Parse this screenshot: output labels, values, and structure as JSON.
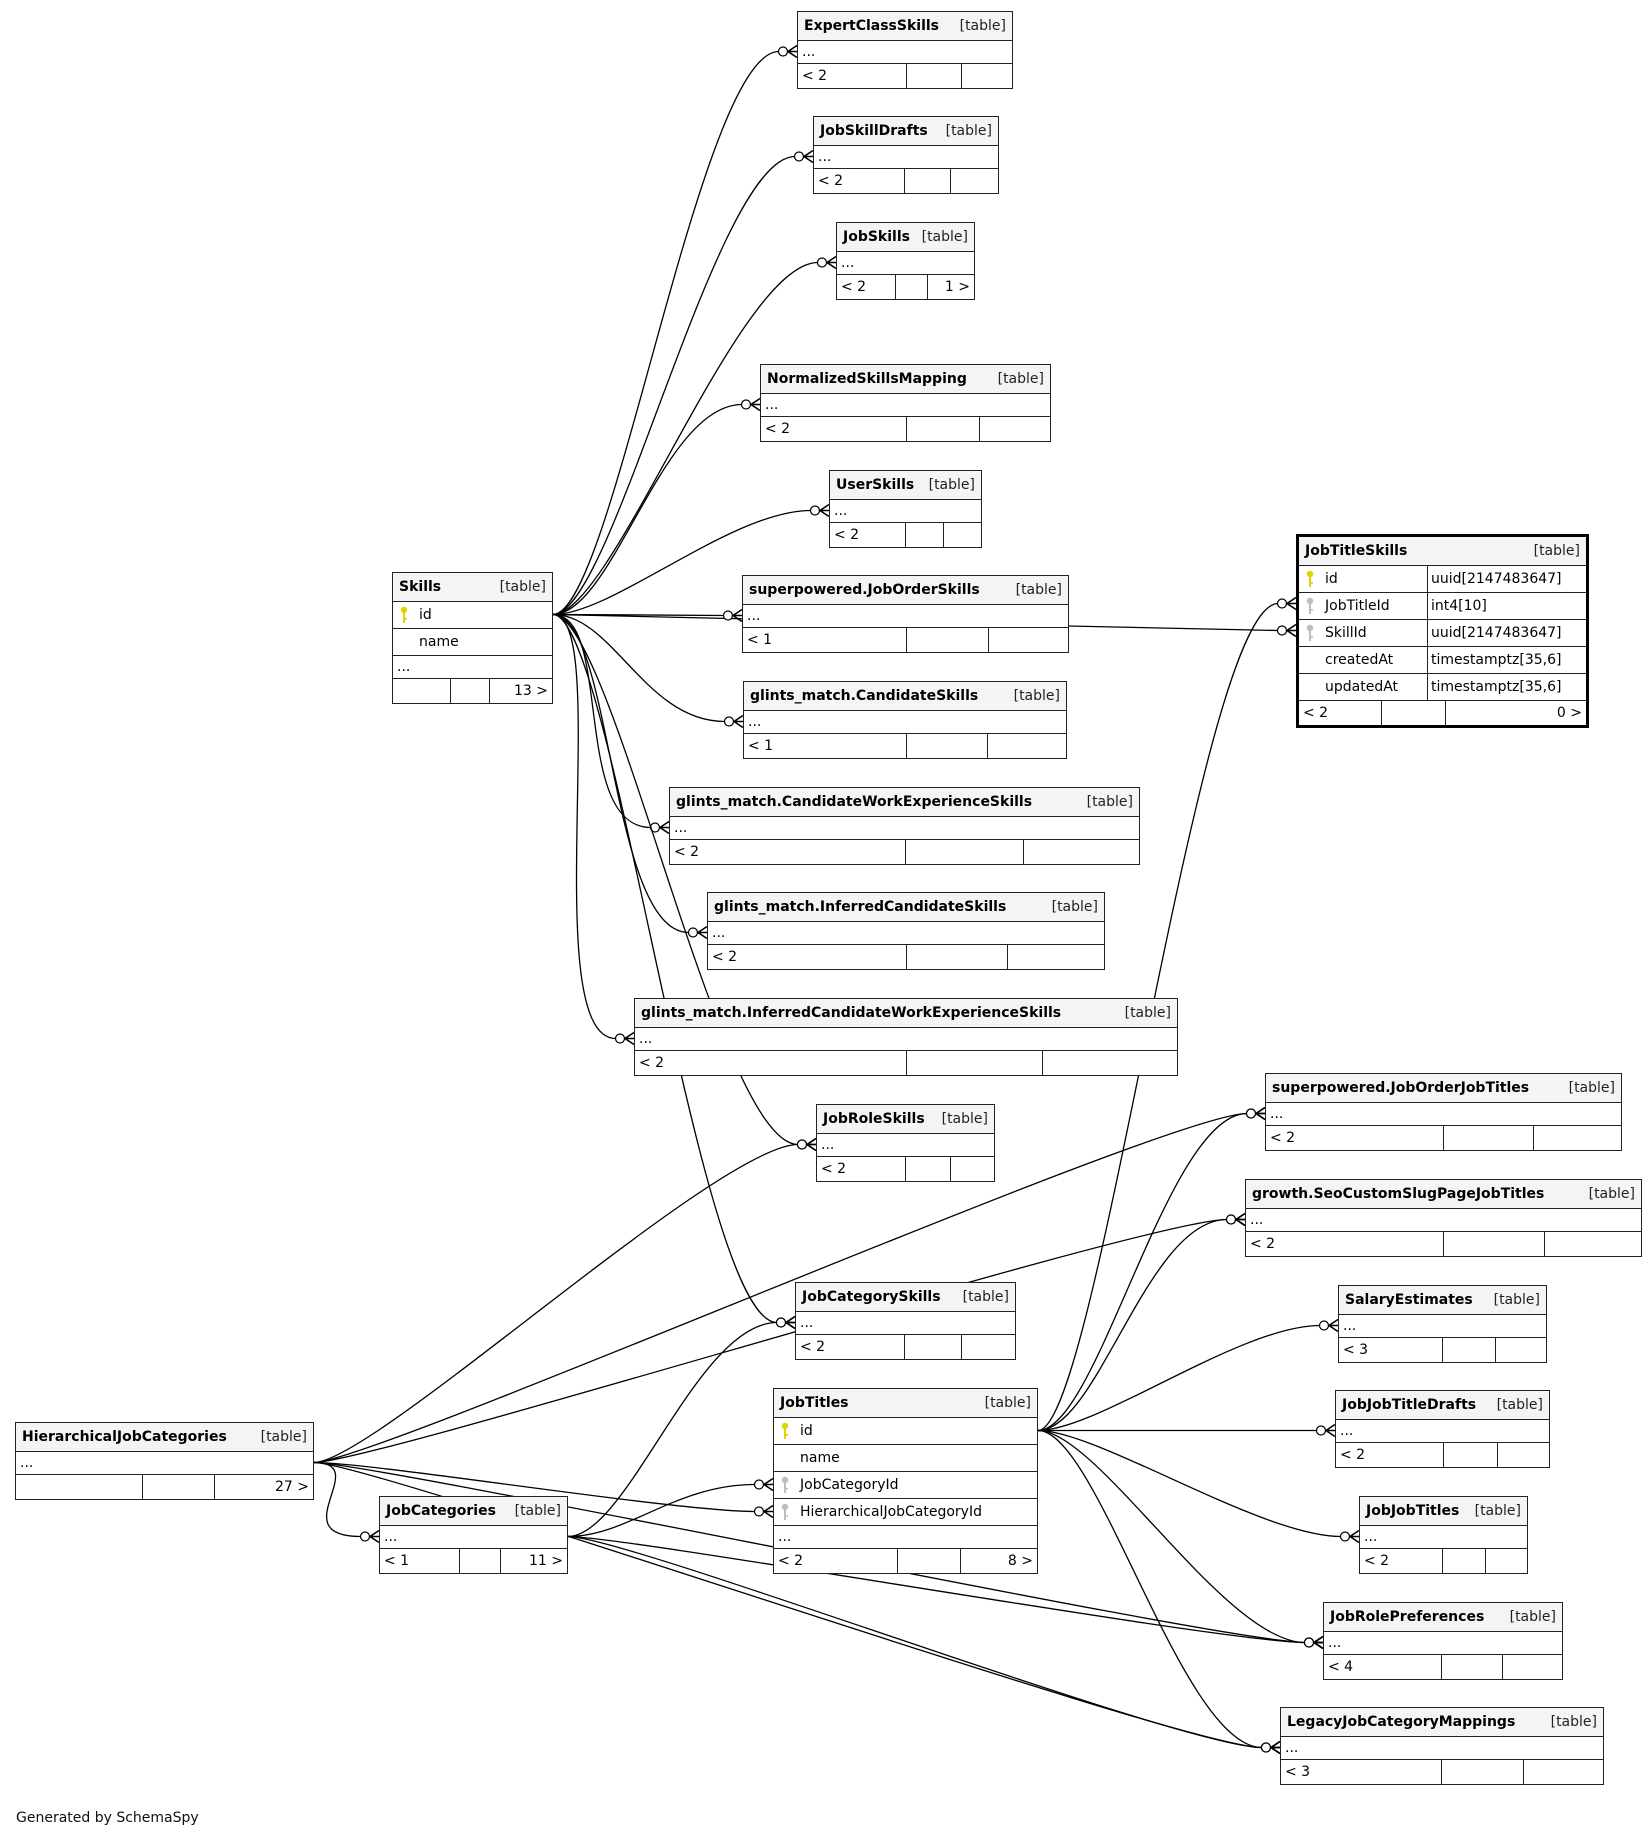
{
  "diagram": {
    "focus_table": "JobTitleSkills",
    "footer": "Generated by SchemaSpy",
    "kind_label": "[table]",
    "ellipsis": "...",
    "key_colors": {
      "primary": "#e0d400",
      "foreign": "#bdbdbd"
    }
  },
  "tables": [
    {
      "id": "ExpertClassSkills",
      "name": "ExpertClassSkills",
      "columns": [],
      "ellipsis": true,
      "footer": [
        "< 2",
        "",
        ""
      ]
    },
    {
      "id": "JobSkillDrafts",
      "name": "JobSkillDrafts",
      "columns": [],
      "ellipsis": true,
      "footer": [
        "< 2",
        "",
        ""
      ]
    },
    {
      "id": "JobSkills",
      "name": "JobSkills",
      "columns": [],
      "ellipsis": true,
      "footer": [
        "< 2",
        "",
        "1 >"
      ]
    },
    {
      "id": "NormalizedSkillsMapping",
      "name": "NormalizedSkillsMapping",
      "columns": [],
      "ellipsis": true,
      "footer": [
        "< 2",
        "",
        ""
      ]
    },
    {
      "id": "UserSkills",
      "name": "UserSkills",
      "columns": [],
      "ellipsis": true,
      "footer": [
        "< 2",
        "",
        ""
      ]
    },
    {
      "id": "JobOrderSkills",
      "name": "superpowered.JobOrderSkills",
      "columns": [],
      "ellipsis": true,
      "footer": [
        "< 1",
        "",
        ""
      ]
    },
    {
      "id": "CandidateSkills",
      "name": "glints_match.CandidateSkills",
      "columns": [],
      "ellipsis": true,
      "footer": [
        "< 1",
        "",
        ""
      ]
    },
    {
      "id": "CandidateWorkExperienceSkills",
      "name": "glints_match.CandidateWorkExperienceSkills",
      "columns": [],
      "ellipsis": true,
      "footer": [
        "< 2",
        "",
        ""
      ]
    },
    {
      "id": "InferredCandidateSkills",
      "name": "glints_match.InferredCandidateSkills",
      "columns": [],
      "ellipsis": true,
      "footer": [
        "< 2",
        "",
        ""
      ]
    },
    {
      "id": "InferredCandidateWorkExperienceSkills",
      "name": "glints_match.InferredCandidateWorkExperienceSkills",
      "columns": [],
      "ellipsis": true,
      "footer": [
        "< 2",
        "",
        ""
      ]
    },
    {
      "id": "JobRoleSkills",
      "name": "JobRoleSkills",
      "columns": [],
      "ellipsis": true,
      "footer": [
        "< 2",
        "",
        ""
      ]
    },
    {
      "id": "JobCategorySkills",
      "name": "JobCategorySkills",
      "columns": [],
      "ellipsis": true,
      "footer": [
        "< 2",
        "",
        ""
      ]
    },
    {
      "id": "JobTitles",
      "name": "JobTitles",
      "columns": [
        {
          "name": "id",
          "key": "primary"
        },
        {
          "name": "name",
          "key": ""
        },
        {
          "name": "JobCategoryId",
          "key": "foreign"
        },
        {
          "name": "HierarchicalJobCategoryId",
          "key": "foreign"
        }
      ],
      "ellipsis": true,
      "footer": [
        "< 2",
        "",
        "8 >"
      ]
    },
    {
      "id": "Skills",
      "name": "Skills",
      "columns": [
        {
          "name": "id",
          "key": "primary"
        },
        {
          "name": "name",
          "key": ""
        }
      ],
      "ellipsis": true,
      "footer": [
        "",
        "",
        "13 >"
      ]
    },
    {
      "id": "JobTitleSkills",
      "name": "JobTitleSkills",
      "columns": [
        {
          "name": "id",
          "key": "primary",
          "type": "uuid[2147483647]"
        },
        {
          "name": "JobTitleId",
          "key": "foreign",
          "type": "int4[10]"
        },
        {
          "name": "SkillId",
          "key": "foreign",
          "type": "uuid[2147483647]"
        },
        {
          "name": "createdAt",
          "key": "",
          "type": "timestamptz[35,6]"
        },
        {
          "name": "updatedAt",
          "key": "",
          "type": "timestamptz[35,6]"
        }
      ],
      "ellipsis": false,
      "footer": [
        "< 2",
        "",
        "0 >"
      ]
    },
    {
      "id": "JobOrderJobTitles",
      "name": "superpowered.JobOrderJobTitles",
      "columns": [],
      "ellipsis": true,
      "footer": [
        "< 2",
        "",
        ""
      ]
    },
    {
      "id": "SeoCustomSlugPageJobTitles",
      "name": "growth.SeoCustomSlugPageJobTitles",
      "columns": [],
      "ellipsis": true,
      "footer": [
        "< 2",
        "",
        ""
      ]
    },
    {
      "id": "SalaryEstimates",
      "name": "SalaryEstimates",
      "columns": [],
      "ellipsis": true,
      "footer": [
        "< 3",
        "",
        ""
      ]
    },
    {
      "id": "JobJobTitleDrafts",
      "name": "JobJobTitleDrafts",
      "columns": [],
      "ellipsis": true,
      "footer": [
        "< 2",
        "",
        ""
      ]
    },
    {
      "id": "JobJobTitles",
      "name": "JobJobTitles",
      "columns": [],
      "ellipsis": true,
      "footer": [
        "< 2",
        "",
        ""
      ]
    },
    {
      "id": "JobRolePreferences",
      "name": "JobRolePreferences",
      "columns": [],
      "ellipsis": true,
      "footer": [
        "< 4",
        "",
        ""
      ]
    },
    {
      "id": "LegacyJobCategoryMappings",
      "name": "LegacyJobCategoryMappings",
      "columns": [],
      "ellipsis": true,
      "footer": [
        "< 3",
        "",
        ""
      ]
    },
    {
      "id": "HierarchicalJobCategories",
      "name": "HierarchicalJobCategories",
      "columns": [],
      "ellipsis": true,
      "footer": [
        "",
        "",
        "27 >"
      ]
    },
    {
      "id": "JobCategories",
      "name": "JobCategories",
      "columns": [],
      "ellipsis": true,
      "footer": [
        "< 1",
        "",
        "11 >"
      ]
    }
  ],
  "relationships": [
    {
      "from": "Skills",
      "to": "ExpertClassSkills"
    },
    {
      "from": "Skills",
      "to": "JobSkillDrafts"
    },
    {
      "from": "Skills",
      "to": "JobSkills"
    },
    {
      "from": "Skills",
      "to": "JobTitleSkills",
      "to_column": "SkillId"
    },
    {
      "from": "Skills",
      "to": "NormalizedSkillsMapping"
    },
    {
      "from": "Skills",
      "to": "UserSkills"
    },
    {
      "from": "Skills",
      "to": "JobOrderSkills"
    },
    {
      "from": "Skills",
      "to": "CandidateSkills"
    },
    {
      "from": "Skills",
      "to": "CandidateWorkExperienceSkills"
    },
    {
      "from": "Skills",
      "to": "InferredCandidateSkills"
    },
    {
      "from": "Skills",
      "to": "InferredCandidateWorkExperienceSkills"
    },
    {
      "from": "Skills",
      "to": "JobRoleSkills"
    },
    {
      "from": "Skills",
      "to": "JobCategorySkills"
    },
    {
      "from": "JobTitles",
      "to": "JobTitleSkills",
      "to_column": "JobTitleId"
    },
    {
      "from": "JobTitles",
      "to": "JobOrderJobTitles"
    },
    {
      "from": "JobTitles",
      "to": "SeoCustomSlugPageJobTitles"
    },
    {
      "from": "JobTitles",
      "to": "SalaryEstimates"
    },
    {
      "from": "JobTitles",
      "to": "JobJobTitleDrafts"
    },
    {
      "from": "JobTitles",
      "to": "JobJobTitles"
    },
    {
      "from": "JobTitles",
      "to": "JobRolePreferences"
    },
    {
      "from": "JobTitles",
      "to": "LegacyJobCategoryMappings"
    },
    {
      "from": "HierarchicalJobCategories",
      "to": "JobRoleSkills"
    },
    {
      "from": "HierarchicalJobCategories",
      "to": "JobOrderJobTitles"
    },
    {
      "from": "HierarchicalJobCategories",
      "to": "SeoCustomSlugPageJobTitles"
    },
    {
      "from": "HierarchicalJobCategories",
      "to": "JobTitles",
      "to_column": "HierarchicalJobCategoryId"
    },
    {
      "from": "HierarchicalJobCategories",
      "to": "JobCategories"
    },
    {
      "from": "HierarchicalJobCategories",
      "to": "JobRolePreferences"
    },
    {
      "from": "HierarchicalJobCategories",
      "to": "LegacyJobCategoryMappings"
    },
    {
      "from": "JobCategories",
      "to": "JobCategorySkills"
    },
    {
      "from": "JobCategories",
      "to": "JobTitles",
      "to_column": "JobCategoryId"
    },
    {
      "from": "JobCategories",
      "to": "JobRolePreferences"
    },
    {
      "from": "JobCategories",
      "to": "LegacyJobCategoryMappings"
    }
  ]
}
